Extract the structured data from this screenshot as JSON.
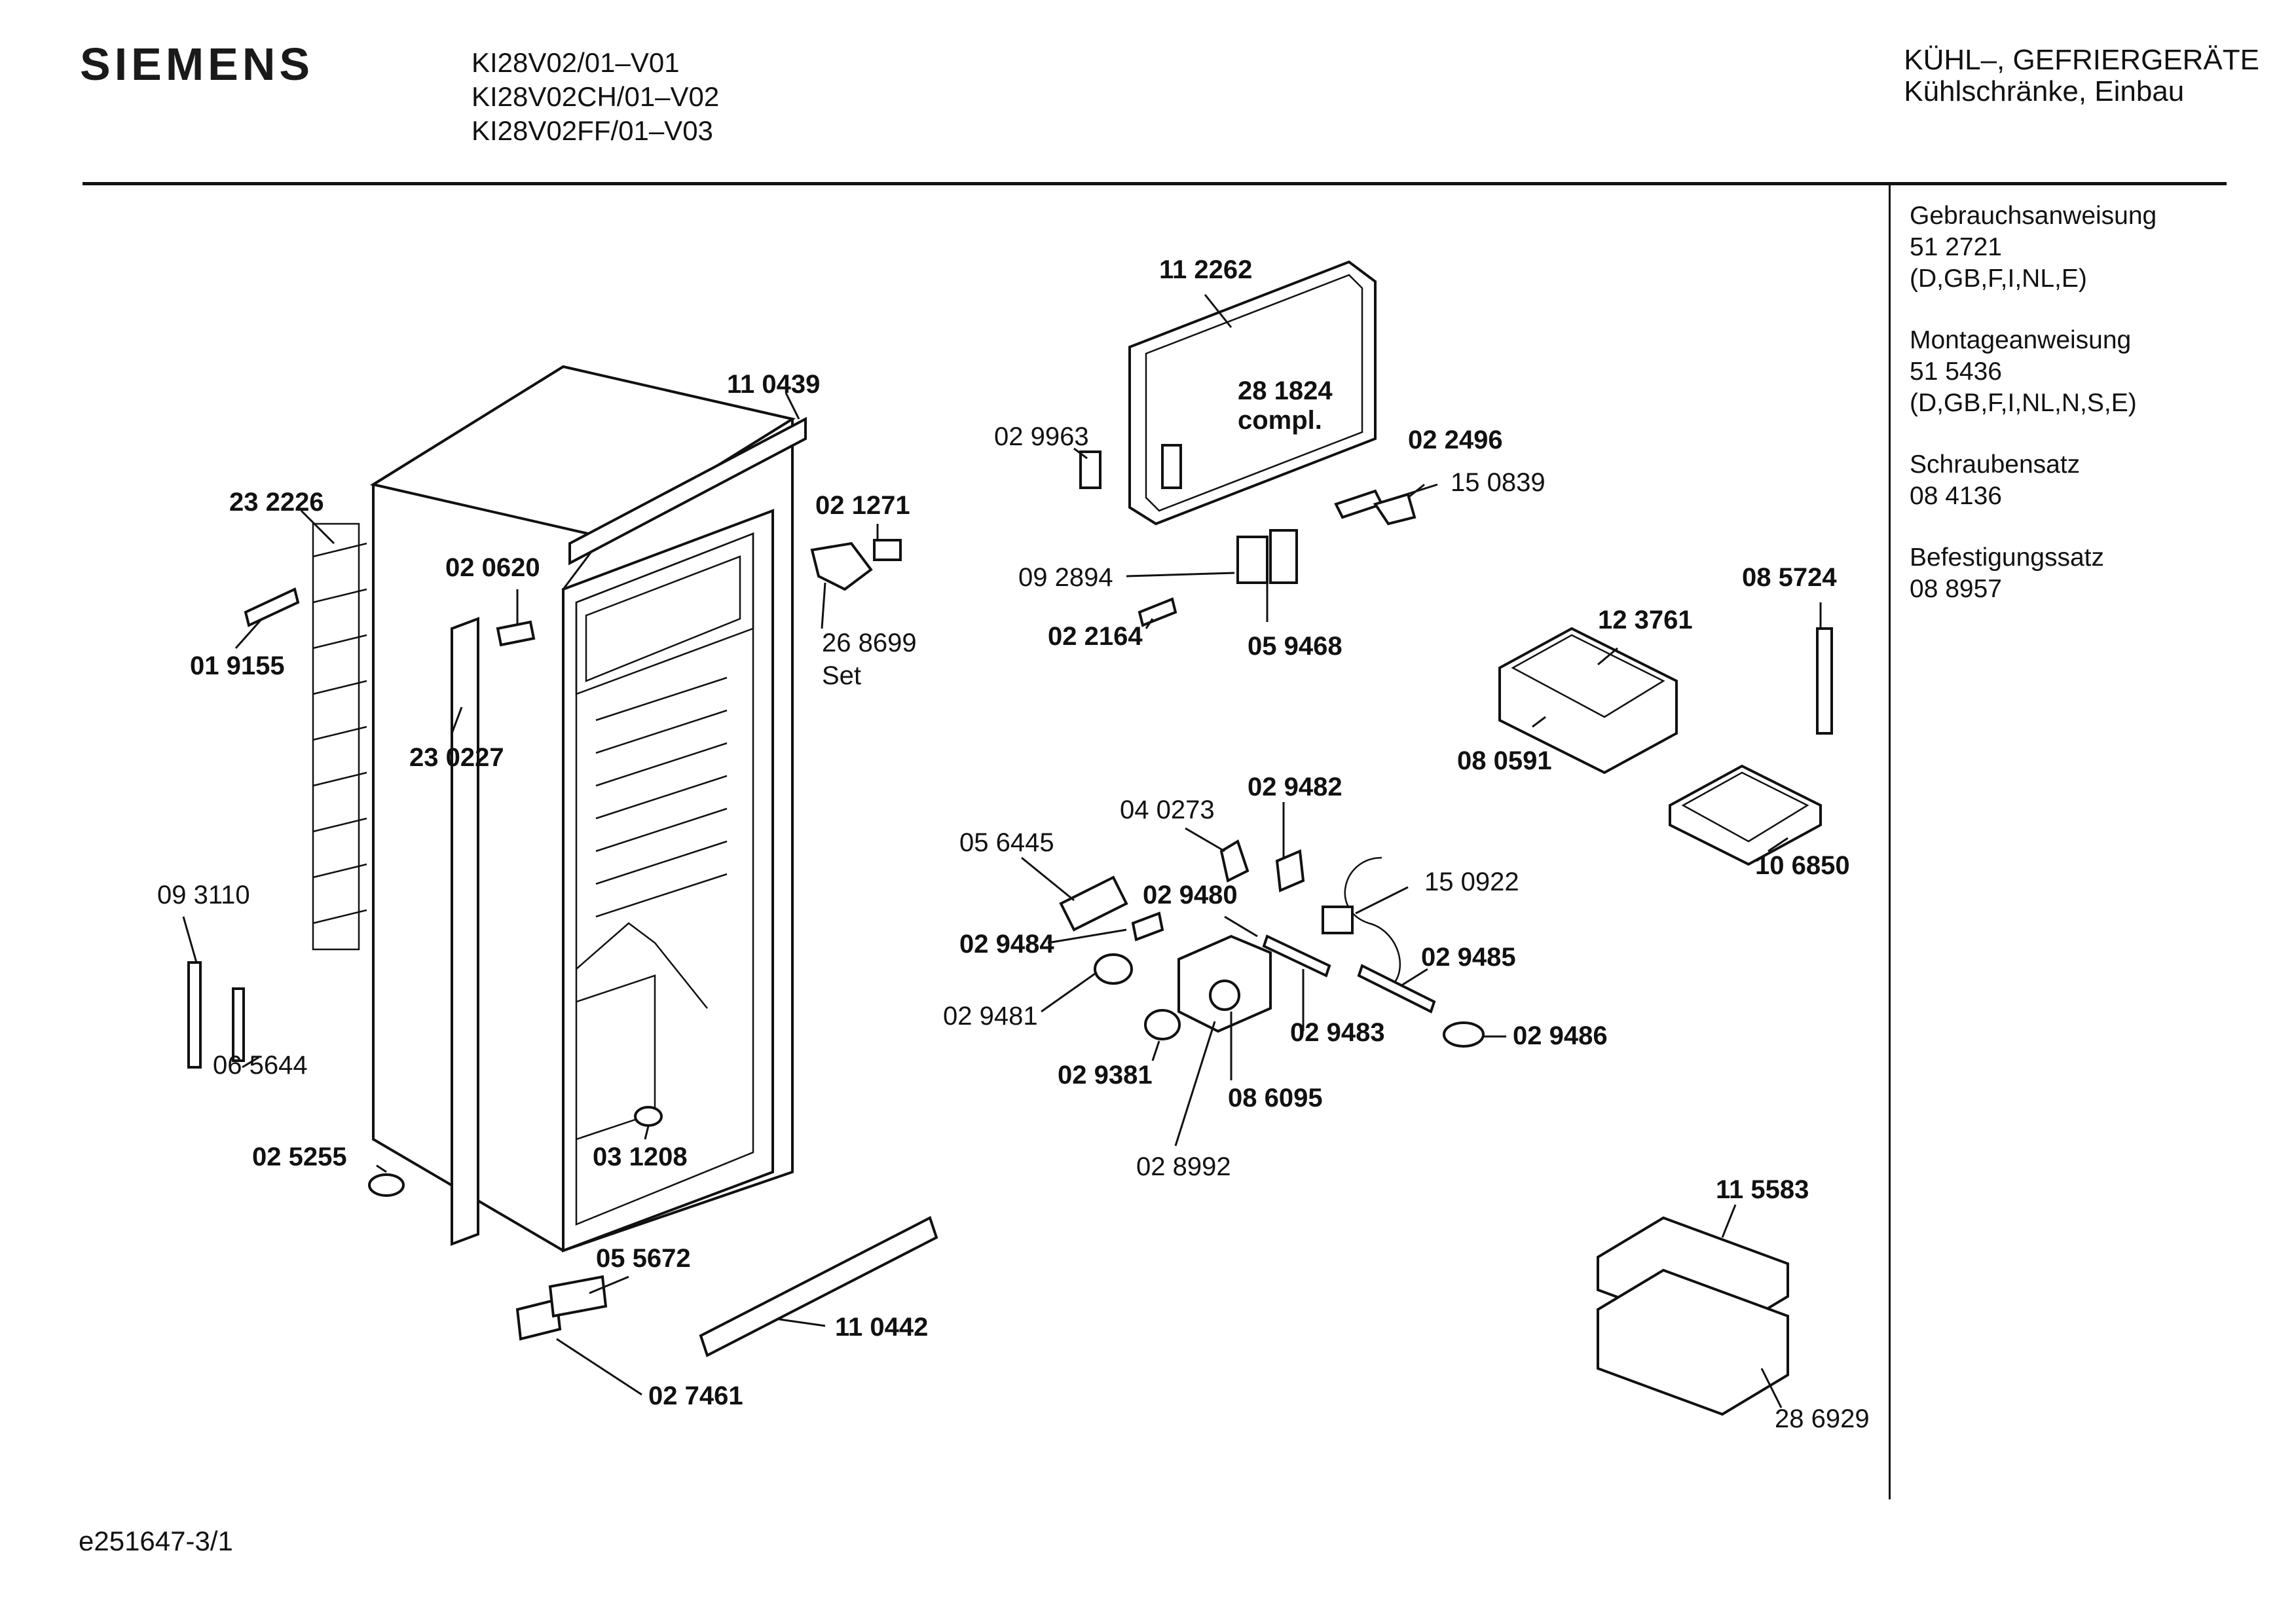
{
  "header": {
    "brand": "SIEMENS",
    "models": [
      "KI28V02/01–V01",
      "KI28V02CH/01–V02",
      "KI28V02FF/01–V03"
    ],
    "category_line1": "KÜHL–, GEFRIERGERÄTE",
    "category_line2": "Kühlschränke, Einbau"
  },
  "documents": [
    {
      "title": "Gebrauchsanweisung",
      "number": "51 2721",
      "languages": "(D,GB,F,I,NL,E)"
    },
    {
      "title": "Montageanweisung",
      "number": "51 5436",
      "languages": "(D,GB,F,I,NL,N,S,E)"
    },
    {
      "title": "Schraubensatz",
      "number": "08 4136",
      "languages": ""
    },
    {
      "title": "Befestigungssatz",
      "number": "08 8957",
      "languages": ""
    }
  ],
  "footer": {
    "code": "e251647-3/1"
  },
  "parts": {
    "p110439": "11 0439",
    "p232226": "23 2226",
    "p020620": "02 0620",
    "p019155": "01 9155",
    "p230227": "23 0227",
    "p093110": "09 3110",
    "p065644": "06 5644",
    "p025255": "02 5255",
    "p031208": "03 1208",
    "p055672": "05 5672",
    "p027461": "02 7461",
    "p110442": "11 0442",
    "p021271": "02 1271",
    "p268699": "26 8699",
    "set": "Set",
    "p112262": "11 2262",
    "p281824": "28 1824",
    "compl": "compl.",
    "p029963": "02 9963",
    "p022496": "02 2496",
    "p150839": "15 0839",
    "p092894": "09 2894",
    "p022164": "02 2164",
    "p059468": "05 9468",
    "p085724": "08 5724",
    "p123761": "12 3761",
    "p080591": "08 0591",
    "p106850": "10 6850",
    "p040273": "04 0273",
    "p029482": "02 9482",
    "p056445": "05 6445",
    "p029480": "02 9480",
    "p150922": "15 0922",
    "p029484": "02 9484",
    "p029485": "02 9485",
    "p029481": "02 9481",
    "p029483": "02 9483",
    "p029486": "02 9486",
    "p029381": "02 9381",
    "p086095": "08 6095",
    "p028992": "02 8992",
    "p115583": "11 5583",
    "p286929": "28 6929"
  }
}
